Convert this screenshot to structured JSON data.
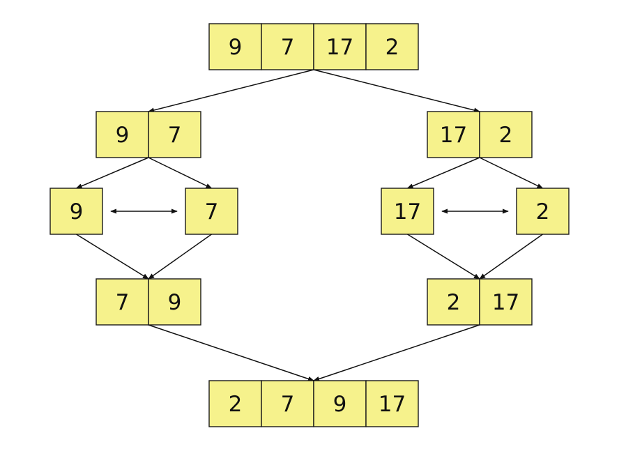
{
  "colors": {
    "cell_fill": "#f6f28c",
    "cell_border": "#1a1a1a",
    "line": "#111111",
    "background": "#ffffff"
  },
  "arrays": [
    {
      "id": "input",
      "values": [
        "9",
        "7",
        "17",
        "2"
      ]
    },
    {
      "id": "left-half",
      "values": [
        "9",
        "7"
      ]
    },
    {
      "id": "right-half",
      "values": [
        "17",
        "2"
      ]
    },
    {
      "id": "left-single-a",
      "values": [
        "9"
      ]
    },
    {
      "id": "left-single-b",
      "values": [
        "7"
      ]
    },
    {
      "id": "right-single-a",
      "values": [
        "17"
      ]
    },
    {
      "id": "right-single-b",
      "values": [
        "2"
      ]
    },
    {
      "id": "left-merged",
      "values": [
        "7",
        "9"
      ]
    },
    {
      "id": "right-merged",
      "values": [
        "2",
        "17"
      ]
    },
    {
      "id": "output",
      "values": [
        "2",
        "7",
        "9",
        "17"
      ]
    }
  ],
  "edges": [
    {
      "from": "input",
      "to": "left-half",
      "kind": "arrow"
    },
    {
      "from": "input",
      "to": "right-half",
      "kind": "arrow"
    },
    {
      "from": "left-half",
      "to": "left-single-a",
      "kind": "arrow"
    },
    {
      "from": "left-half",
      "to": "left-single-b",
      "kind": "arrow"
    },
    {
      "from": "right-half",
      "to": "right-single-a",
      "kind": "arrow"
    },
    {
      "from": "right-half",
      "to": "right-single-b",
      "kind": "arrow"
    },
    {
      "from": "left-single-a",
      "to": "left-single-b",
      "kind": "double-arrow"
    },
    {
      "from": "right-single-a",
      "to": "right-single-b",
      "kind": "double-arrow"
    },
    {
      "from": "left-single-a",
      "to": "left-merged",
      "kind": "arrow"
    },
    {
      "from": "left-single-b",
      "to": "left-merged",
      "kind": "arrow"
    },
    {
      "from": "right-single-a",
      "to": "right-merged",
      "kind": "arrow"
    },
    {
      "from": "right-single-b",
      "to": "right-merged",
      "kind": "arrow"
    },
    {
      "from": "left-merged",
      "to": "output",
      "kind": "arrow"
    },
    {
      "from": "right-merged",
      "to": "output",
      "kind": "arrow"
    }
  ]
}
